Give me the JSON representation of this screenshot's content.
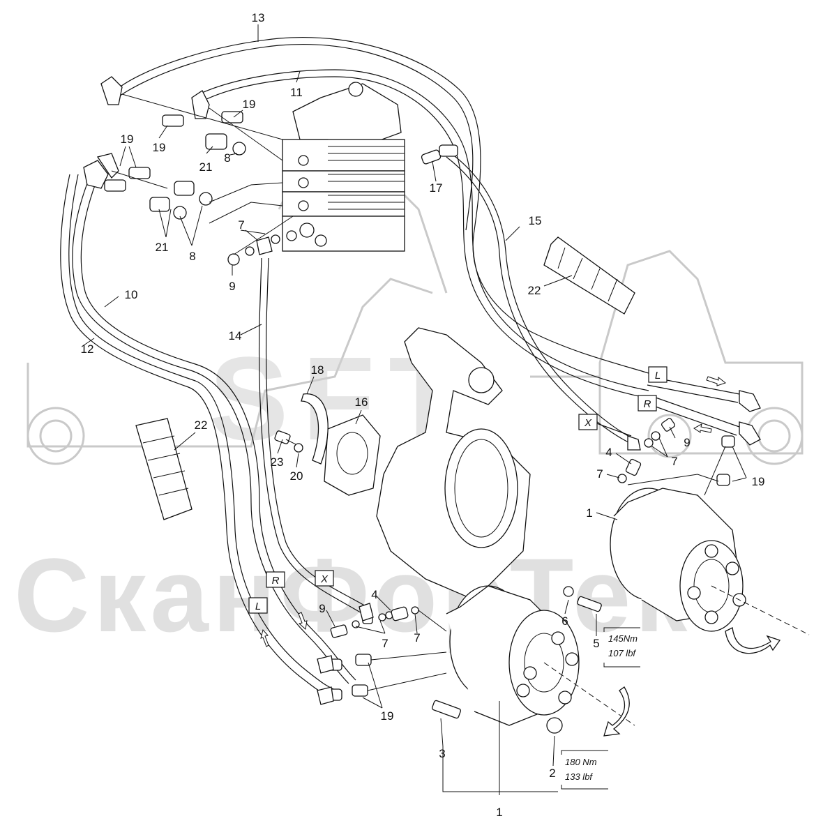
{
  "watermark": {
    "logo": "SFT",
    "brand": "СканФорТек"
  },
  "callouts": [
    {
      "id": "c13a",
      "text": "13"
    },
    {
      "id": "c11",
      "text": "11"
    },
    {
      "id": "c19a",
      "text": "19"
    },
    {
      "id": "c19b",
      "text": "19"
    },
    {
      "id": "c19c",
      "text": "19"
    },
    {
      "id": "c21a",
      "text": "21"
    },
    {
      "id": "c8a",
      "text": "8"
    },
    {
      "id": "c17",
      "text": "17"
    },
    {
      "id": "c15",
      "text": "15"
    },
    {
      "id": "c21b",
      "text": "21"
    },
    {
      "id": "c8b",
      "text": "8"
    },
    {
      "id": "c7a",
      "text": "7"
    },
    {
      "id": "c9a",
      "text": "9"
    },
    {
      "id": "c22a",
      "text": "22"
    },
    {
      "id": "c10",
      "text": "10"
    },
    {
      "id": "c14",
      "text": "14"
    },
    {
      "id": "c12",
      "text": "12"
    },
    {
      "id": "c18",
      "text": "18"
    },
    {
      "id": "c16",
      "text": "16"
    },
    {
      "id": "c22b",
      "text": "22"
    },
    {
      "id": "c23",
      "text": "23"
    },
    {
      "id": "c20",
      "text": "20"
    },
    {
      "id": "c9b",
      "text": "9"
    },
    {
      "id": "c4a",
      "text": "4"
    },
    {
      "id": "c7b",
      "text": "7"
    },
    {
      "id": "c7c",
      "text": "7"
    },
    {
      "id": "c19d",
      "text": "19"
    },
    {
      "id": "c1a",
      "text": "1"
    },
    {
      "id": "c9c",
      "text": "9"
    },
    {
      "id": "c4b",
      "text": "4"
    },
    {
      "id": "c7d",
      "text": "7"
    },
    {
      "id": "c7e",
      "text": "7"
    },
    {
      "id": "c6",
      "text": "6"
    },
    {
      "id": "c5",
      "text": "5"
    },
    {
      "id": "c19e",
      "text": "19"
    },
    {
      "id": "c3",
      "text": "3"
    },
    {
      "id": "c2",
      "text": "2"
    },
    {
      "id": "c1b",
      "text": "1"
    }
  ],
  "port_labels": [
    {
      "id": "pL1",
      "text": "L"
    },
    {
      "id": "pR1",
      "text": "R"
    },
    {
      "id": "pX1",
      "text": "X"
    },
    {
      "id": "pR2",
      "text": "R"
    },
    {
      "id": "pL2",
      "text": "L"
    },
    {
      "id": "pX2",
      "text": "X"
    }
  ],
  "torque_specs": [
    {
      "id": "t1",
      "nm": "145Nm",
      "lbf": "107 lbf"
    },
    {
      "id": "t2",
      "nm": "180 Nm",
      "lbf": "133 lbf"
    }
  ],
  "icons": [
    "rotation-arrow-icon",
    "flow-arrow-icon"
  ]
}
